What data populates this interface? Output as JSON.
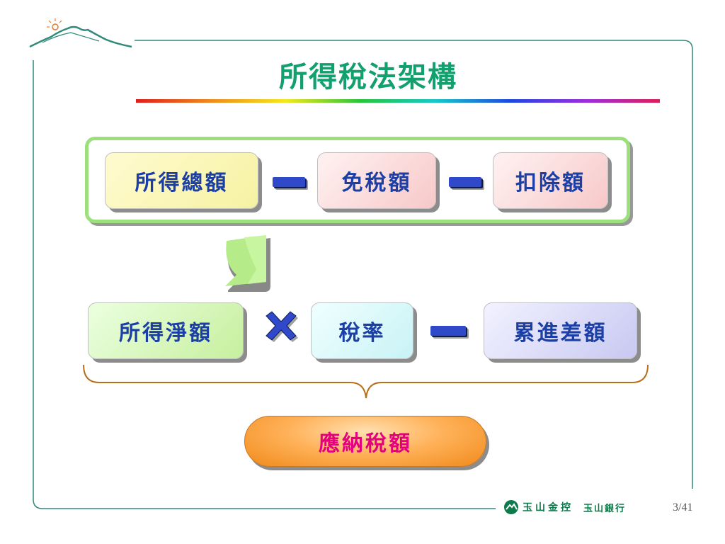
{
  "title": "所得稅法架構",
  "formula": {
    "gross_income": "所得總額",
    "exemption": "免稅額",
    "deduction": "扣除額",
    "net_income": "所得淨額",
    "tax_rate": "稅率",
    "progressive_difference": "累進差額",
    "tax_payable": "應納稅額"
  },
  "footer": {
    "brand_holding": "玉山金控",
    "brand_bank": "玉山銀行",
    "page_number": "3/41"
  },
  "colors": {
    "title": "#12a06e",
    "box_text": "#1c3fa6",
    "operator": "#2f49c9",
    "result_text": "#e4007f",
    "frame": "#2f8a7a",
    "brace": "#b86f1a"
  }
}
